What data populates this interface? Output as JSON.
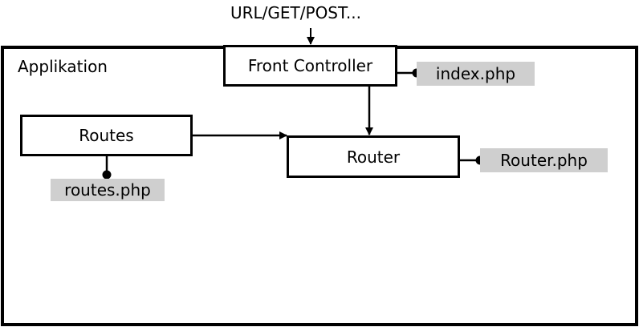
{
  "request_label": "URL/GET/POST...",
  "container_label": "Applikation",
  "nodes": {
    "front_controller": "Front Controller",
    "routes": "Routes",
    "router": "Router"
  },
  "files": {
    "index": "index.php",
    "routes": "routes.php",
    "router": "Router.php"
  },
  "colors": {
    "stroke": "#000000",
    "file_tag_bg": "#cfcfcf",
    "background": "#ffffff"
  }
}
